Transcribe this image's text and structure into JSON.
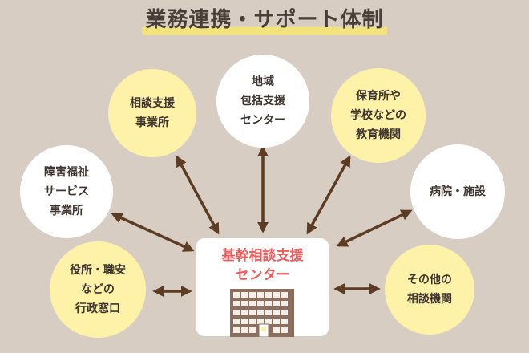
{
  "title": "業務連携・サポート体制",
  "center": {
    "label": "基幹相談支援\nセンター",
    "icon": "office-building-icon"
  },
  "nodes": [
    {
      "id": "soudan-shien",
      "label": "相談支援\n事業所",
      "color": "#fdf2a8"
    },
    {
      "id": "chiiki",
      "label": "地域\n包括支援\nセンター",
      "color": "#ffffff"
    },
    {
      "id": "hoiku",
      "label": "保育所や\n学校などの\n教育機関",
      "color": "#fdf2a8"
    },
    {
      "id": "shougai",
      "label": "障害福祉\nサービス\n事業所",
      "color": "#ffffff"
    },
    {
      "id": "byouin",
      "label": "病院・施設",
      "color": "#ffffff"
    },
    {
      "id": "yakusho",
      "label": "役所・職安\nなどの\n行政窓口",
      "color": "#fdf2a8"
    },
    {
      "id": "sonota",
      "label": "その他の\n相談機関",
      "color": "#fdf2a8"
    }
  ],
  "colors": {
    "background": "#d8cdc3",
    "arrow": "#5c3d24",
    "center_text": "#ef5a5a",
    "building": "#8c6f5f"
  }
}
